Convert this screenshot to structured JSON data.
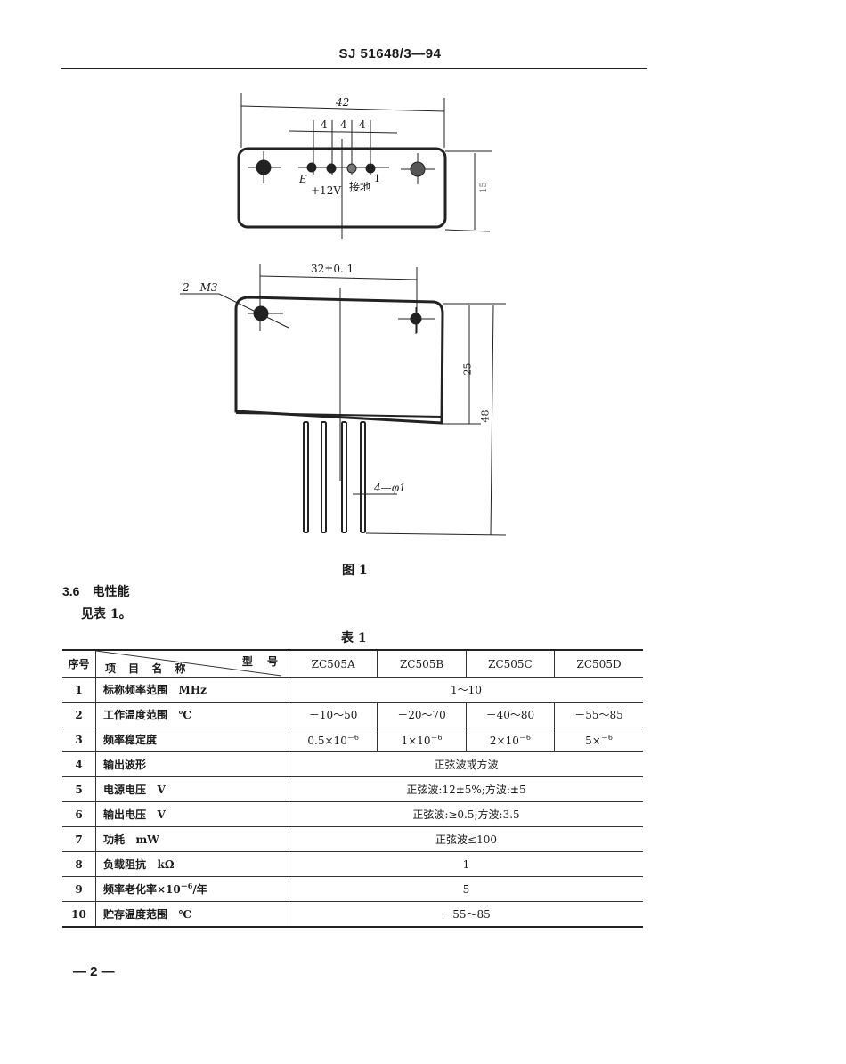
{
  "header": {
    "standard_code": "SJ 51648/3—94"
  },
  "figure": {
    "caption": "图 1",
    "top_view": {
      "width_dim": "42",
      "pin_pitch_dims": [
        "4",
        "4",
        "4"
      ],
      "height_dim": "15",
      "pin_labels": {
        "e": "E",
        "plus12": "+12V",
        "ground": "接地",
        "out": "1"
      }
    },
    "front_view": {
      "hole_spacing_dim": "32±0. 1",
      "hole_label": "2—M3",
      "body_height_dim": "25",
      "total_height_dim": "48",
      "pin_dim": "4—φ1"
    }
  },
  "section": {
    "number": "3.6",
    "title": "电性能",
    "text": "见表 1。"
  },
  "table": {
    "caption": "表 1",
    "header": {
      "no": "序号",
      "item": "项 目 名 称",
      "type": "型 号",
      "models": [
        "ZC505A",
        "ZC505B",
        "ZC505C",
        "ZC505D"
      ]
    },
    "rows": [
      {
        "no": "1",
        "item": "标称频率范围   MHz",
        "span": "1～10"
      },
      {
        "no": "2",
        "item": "工作温度范围   ℃",
        "values": [
          "－10～50",
          "－20～70",
          "－40～80",
          "－55～85"
        ]
      },
      {
        "no": "3",
        "item": "频率稳定度",
        "values": [
          "0.5×10",
          "1×10",
          "2×10",
          "5×"
        ],
        "exponents": [
          "－6",
          "－6",
          "－6",
          "－6"
        ]
      },
      {
        "no": "4",
        "item": "输出波形",
        "span": "正弦波或方波"
      },
      {
        "no": "5",
        "item": "电源电压   V",
        "span": "正弦波:12±5%;方波:±5"
      },
      {
        "no": "6",
        "item": "输出电压   V",
        "span": "正弦波:≥0.5;方波:3.5"
      },
      {
        "no": "7",
        "item": "功耗   mW",
        "span": "正弦波≤100"
      },
      {
        "no": "8",
        "item": "负载阻抗   kΩ",
        "span": "1"
      },
      {
        "no": "9",
        "item_prefix": "频率老化率×10",
        "item_exp": "－6",
        "item_suffix": "/年",
        "span": "5"
      },
      {
        "no": "10",
        "item": "贮存温度范围   ℃",
        "span": "－55～85"
      }
    ]
  },
  "footer": {
    "page_number": "— 2 —"
  }
}
